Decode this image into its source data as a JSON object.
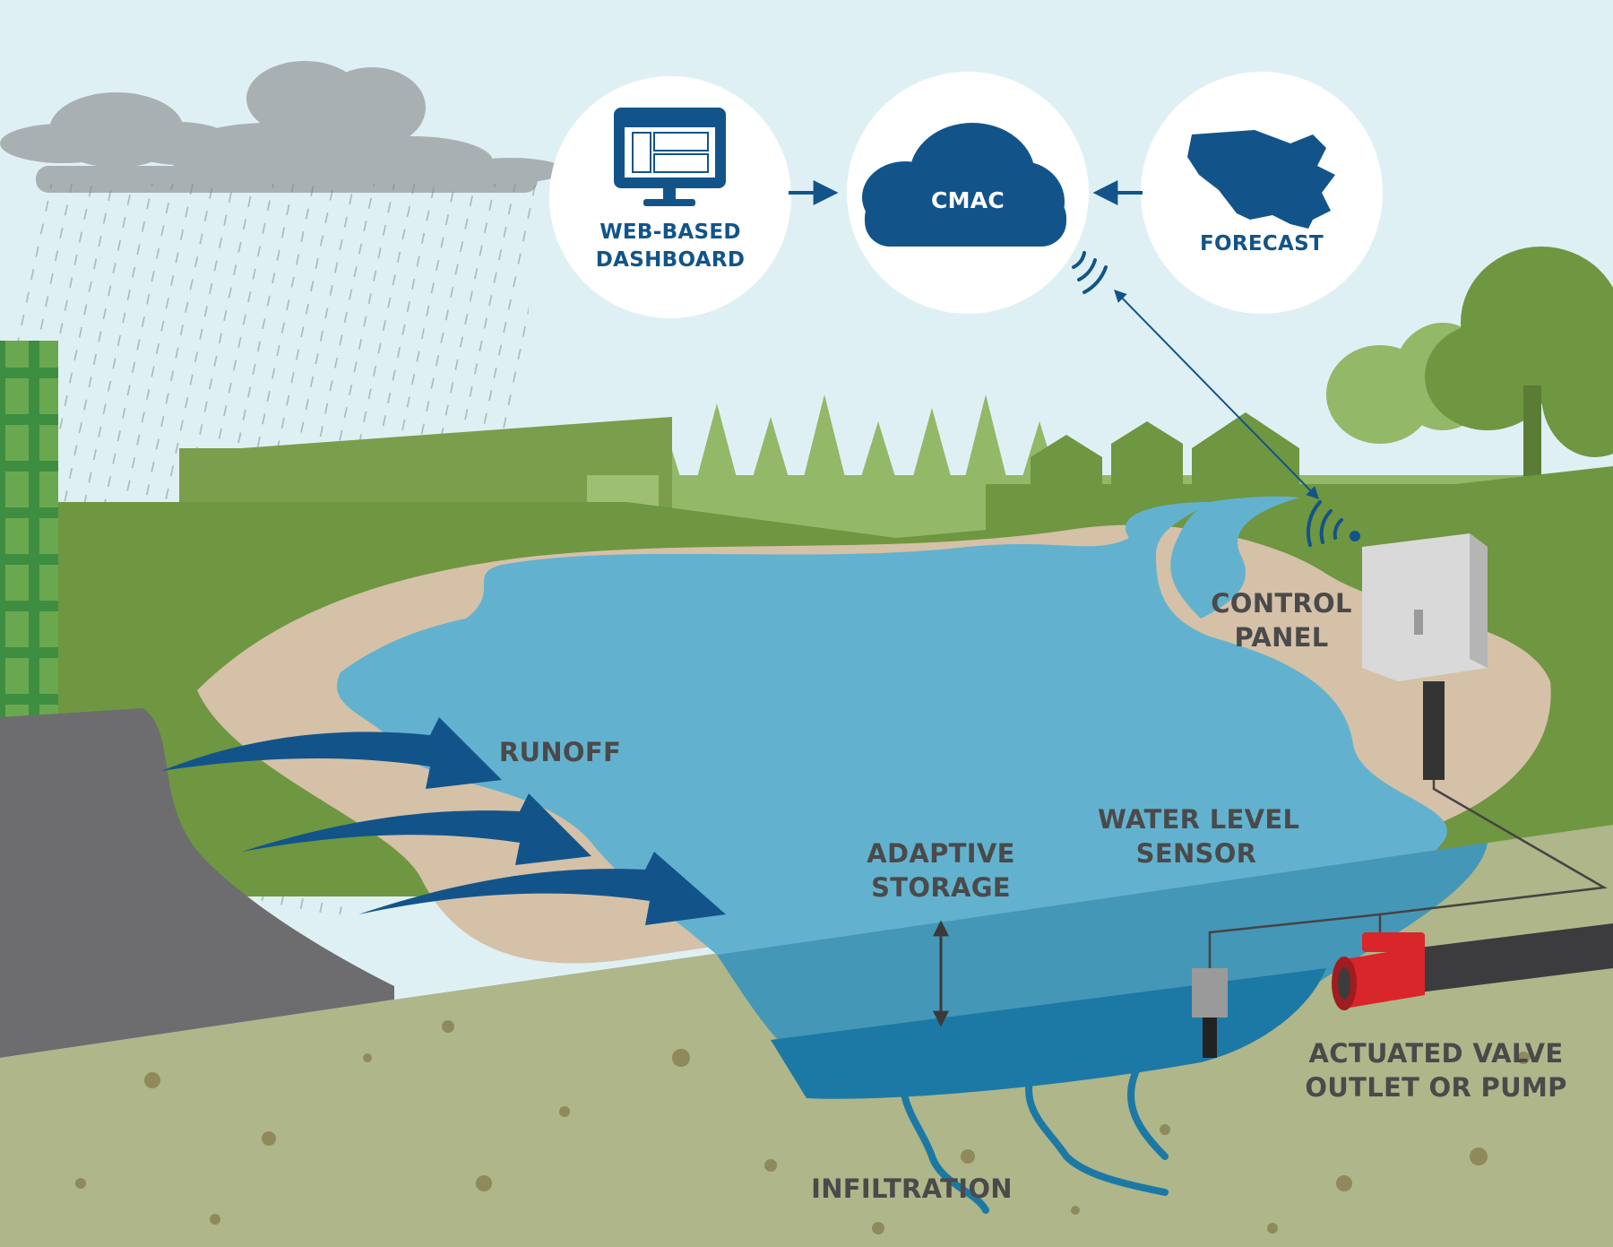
{
  "colors": {
    "sky": "#dff0f5",
    "navy": "#12548a",
    "water": "#62b2cf",
    "water_deep": "#4597b7",
    "water_bottom": "#1c79a5",
    "grass": "#6f9640",
    "grass_light": "#93b868",
    "sand": "#d4c1a8",
    "soil": "#afb68a",
    "road": "#6d6d6f",
    "building": "#3e8e41",
    "valve": "#d8262a"
  },
  "nodes": {
    "dashboard_line1": "WEB-BASED",
    "dashboard_line2": "DASHBOARD",
    "cmac": "CMAC",
    "forecast": "FORECAST"
  },
  "labels": {
    "runoff": "RUNOFF",
    "control_panel_line1": "CONTROL",
    "control_panel_line2": "PANEL",
    "water_level_line1": "WATER LEVEL",
    "water_level_line2": "SENSOR",
    "adaptive_line1": "ADAPTIVE",
    "adaptive_line2": "STORAGE",
    "valve_line1": "ACTUATED VALVE",
    "valve_line2": "OUTLET OR PUMP",
    "infiltration": "INFILTRATION"
  }
}
